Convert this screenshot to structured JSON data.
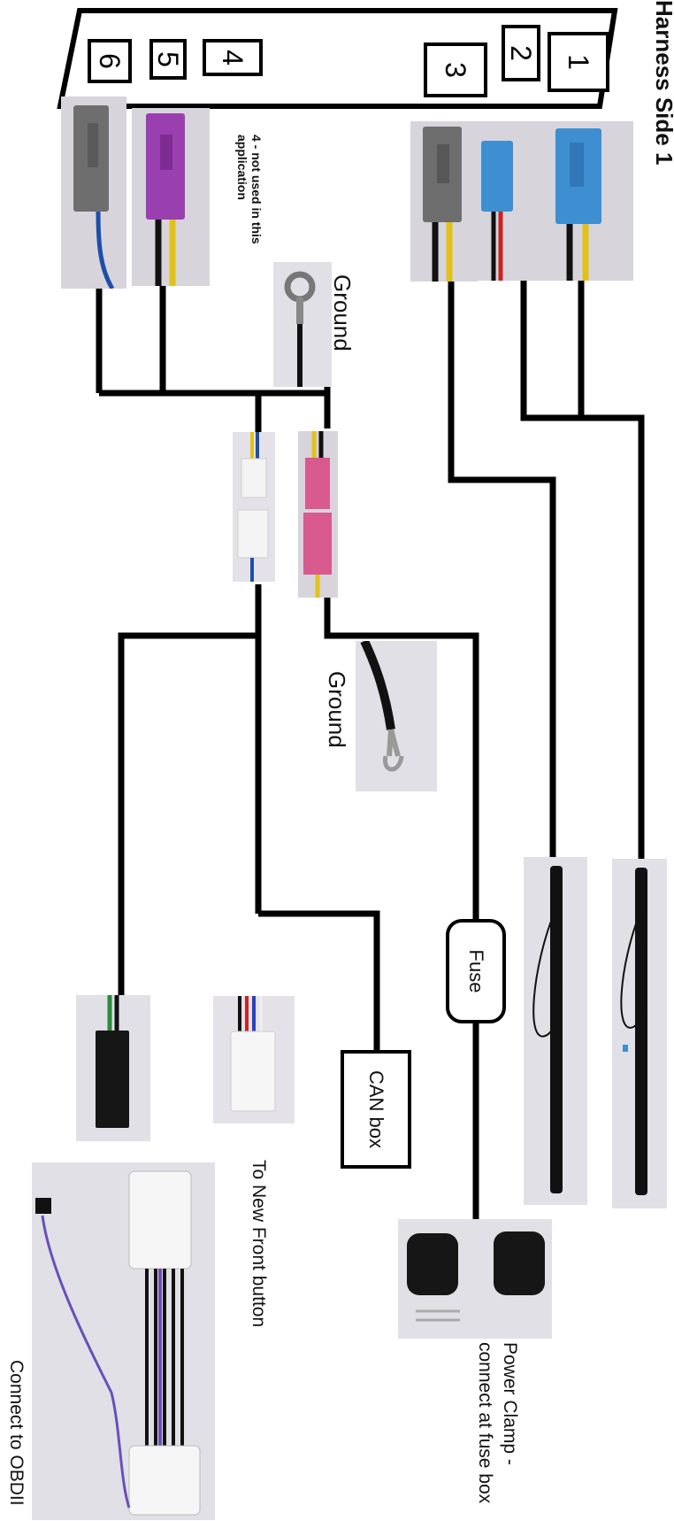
{
  "header": {
    "title": "Harness Side 1"
  },
  "connector_header": {
    "pins": [
      "1",
      "2",
      "3",
      "4",
      "5",
      "6"
    ]
  },
  "labels": {
    "ground_top": "Ground",
    "ground_mid": "Ground",
    "pin4_note": "4 - not used in this application",
    "fuse": "Fuse",
    "can_box": "CAN box",
    "front_button": "To New Front button",
    "obd": "Connect to OBDII",
    "power_clamp": "Power Clamp - connect at fuse box"
  },
  "colors": {
    "wire": "#000000",
    "yellow_wire": "#e2c21a",
    "blue_connector": "#3e8fd2",
    "purple_connector": "#9a3fb0",
    "grey_connector": "#6e6e6e",
    "pink_connector": "#d85a8e",
    "green_wire": "#2c8a3a",
    "background": "#ffffff"
  }
}
